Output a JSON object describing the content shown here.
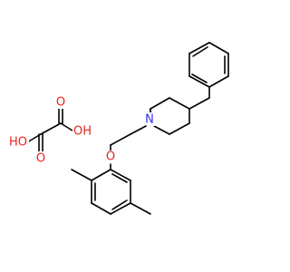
{
  "atom_colors": {
    "O": "#e8231f",
    "N": "#2c2cf0"
  },
  "labels": {
    "oxalic_ho_left": "HO",
    "oxalic_o_top": "O",
    "oxalic_oh_right": "OH",
    "oxalic_o_bottom": "O",
    "ether_o": "O",
    "piperidine_n": "N"
  }
}
